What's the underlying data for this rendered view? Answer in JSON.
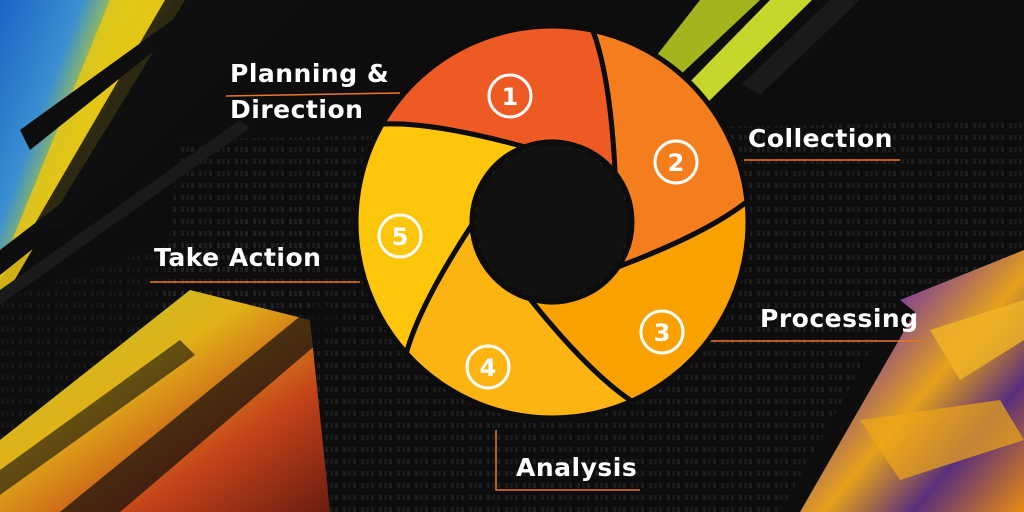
{
  "steps": [
    {
      "number": "1",
      "label": "Planning &\nDirection",
      "color": "#EE5A24"
    },
    {
      "number": "2",
      "label": "Collection",
      "color": "#F47E1E"
    },
    {
      "number": "3",
      "label": "Processing",
      "color": "#F9A100"
    },
    {
      "number": "4",
      "label": "Analysis",
      "color": "#FBB412"
    },
    {
      "number": "5",
      "label": "Take Action",
      "color": "#FDC60A"
    }
  ],
  "colors": {
    "background": "#0c0c0c",
    "leader_line": "#E8772A",
    "number_ring": "#ffffff"
  }
}
